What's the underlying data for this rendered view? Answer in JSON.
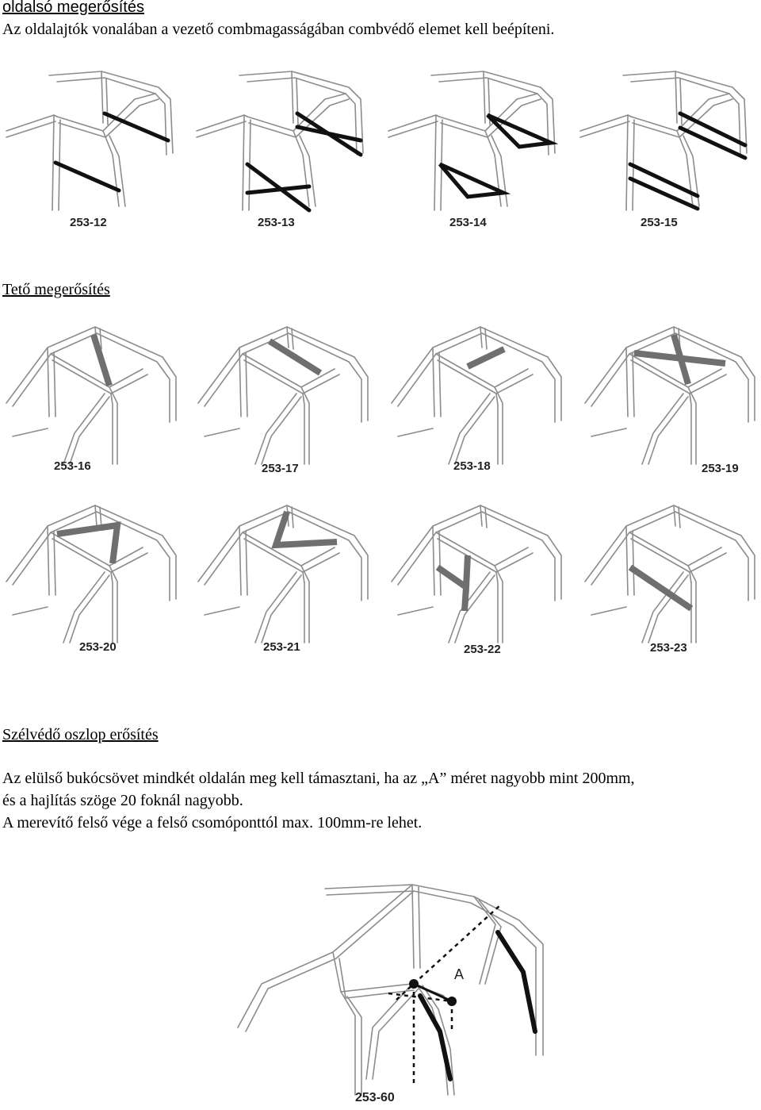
{
  "sections": {
    "side": {
      "title": "oldalsó megerősítés",
      "description": "Az oldalajtók vonalában a vezető combmagasságában combvédő elemet kell beépíteni."
    },
    "roof": {
      "title": "Tető megerősítés"
    },
    "pillar": {
      "title": "Szélvédő oszlop erősítés",
      "lines": [
        "Az elülső bukócsövet mindkét oldalán meg kell támasztani, ha az „A” méret nagyobb mint 200mm,",
        "és a hajlítás szöge 20 foknál nagyobb.",
        "A merevítő felső vége a felső csomóponttól max. 100mm-re lehet."
      ]
    }
  },
  "figures": {
    "side": [
      "253-12",
      "253-13",
      "253-14",
      "253-15"
    ],
    "roof_row1": [
      "253-16",
      "253-17",
      "253-18",
      "253-19"
    ],
    "roof_row2": [
      "253-20",
      "253-21",
      "253-22",
      "253-23"
    ],
    "pillar": {
      "caption": "253-60",
      "dimension_label": "A"
    }
  }
}
